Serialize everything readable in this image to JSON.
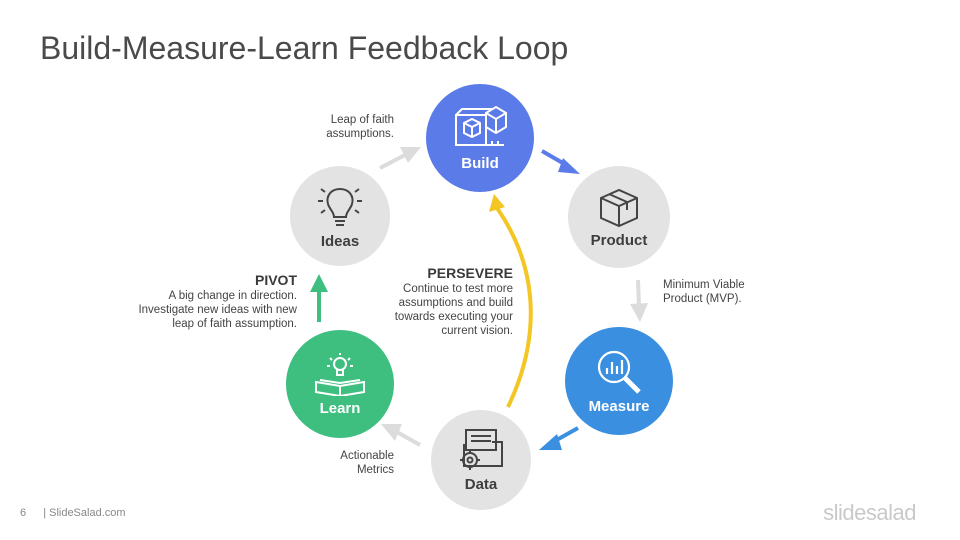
{
  "title": "Build-Measure-Learn Feedback Loop",
  "nodes": {
    "build": {
      "label": "Build",
      "icon": "blueprint-box-icon",
      "color": "#5b7be8"
    },
    "product": {
      "label": "Product",
      "icon": "package-icon",
      "color": "#e3e3e3"
    },
    "measure": {
      "label": "Measure",
      "icon": "analytics-magnifier-icon",
      "color": "#3a8fe0"
    },
    "data": {
      "label": "Data",
      "icon": "data-folder-gear-icon",
      "color": "#e3e3e3"
    },
    "learn": {
      "label": "Learn",
      "icon": "book-lightbulb-icon",
      "color": "#3fbf7f"
    },
    "ideas": {
      "label": "Ideas",
      "icon": "lightbulb-icon",
      "color": "#e3e3e3"
    }
  },
  "annotations": {
    "leap_line1": "Leap of faith",
    "leap_line2": "assumptions.",
    "mvp_line1": "Minimum Viable",
    "mvp_line2": "Product (MVP).",
    "metrics_line1": "Actionable",
    "metrics_line2": "Metrics"
  },
  "pivot": {
    "heading": "PIVOT",
    "line1": "A big change in direction.",
    "line2": "Investigate new ideas with new",
    "line3": "leap of faith assumption."
  },
  "persevere": {
    "heading": "PERSEVERE",
    "line1": "Continue to test more",
    "line2": "assumptions and build",
    "line3": "towards executing your",
    "line4": "current vision."
  },
  "footer": {
    "page_number": "6",
    "source": "| SlideSalad.com",
    "logo": "slidesalad"
  }
}
